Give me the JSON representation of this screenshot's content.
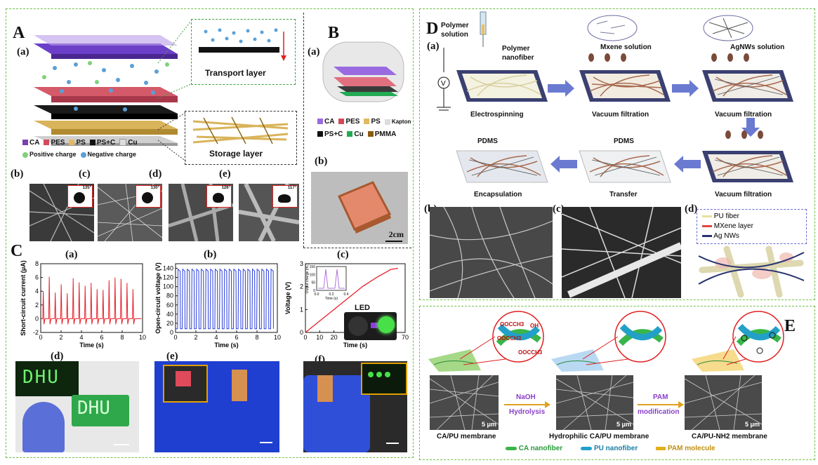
{
  "panelA": {
    "letter": "A",
    "sub_a": "(a)",
    "transport_layer": "Transport layer",
    "storage_layer": "Storage layer",
    "legend": [
      "CA",
      "PES",
      "PS",
      "PS+C",
      "Cu"
    ],
    "legend_colors": [
      "#7b3fb5",
      "#d44a5a",
      "#e2b860",
      "#111111",
      "#dddddd"
    ],
    "positive_charge": "Positive charge",
    "negative_charge": "Negative charge",
    "sem_labels": [
      "(b)",
      "(c)",
      "(d)",
      "(e)"
    ],
    "contact_angles": [
      "135°",
      "130°",
      "126°",
      "117°"
    ]
  },
  "panelB": {
    "letter": "B",
    "sub_a": "(a)",
    "sub_b": "(b)",
    "legend": [
      "CA",
      "PES",
      "PS",
      "Kapton",
      "PS+C",
      "Cu",
      "PMMA"
    ],
    "legend_colors": [
      "#9a6be0",
      "#d44a5a",
      "#e2b860",
      "#dddddd",
      "#111111",
      "#22aa55",
      "#8a5a10"
    ],
    "scale": "2cm"
  },
  "panelC": {
    "letter": "C",
    "sub_a": "(a)",
    "sub_b": "(b)",
    "sub_c": "(c)",
    "sub_d": "(d)",
    "sub_e": "(e)",
    "sub_f": "(f)",
    "led": "LED",
    "dhu": "DHU"
  },
  "chart_data": [
    {
      "type": "line",
      "title": "",
      "xlabel": "Time (s)",
      "ylabel": "Short-circuit current (μA)",
      "xlim": [
        0,
        10
      ],
      "ylim": [
        -2,
        8
      ],
      "xticks": [
        0,
        2,
        4,
        6,
        8,
        10
      ],
      "yticks": [
        -2,
        0,
        2,
        4,
        6,
        8
      ],
      "color": "#e8202a",
      "series": [
        {
          "peak_count": 16,
          "peak_values": [
            4.0,
            6.1,
            3.8,
            5.0,
            3.7,
            5.9,
            5.3,
            4.8,
            5.2,
            4.3,
            4.2,
            5.6,
            6.0,
            5.8,
            5.2,
            4.3
          ],
          "baseline": 0
        }
      ]
    },
    {
      "type": "line",
      "title": "",
      "xlabel": "Time (s)",
      "ylabel": "Open-circuit voltage (V)",
      "xlim": [
        0,
        10
      ],
      "ylim": [
        0,
        150
      ],
      "xticks": [
        0,
        2,
        4,
        6,
        8,
        10
      ],
      "yticks": [
        0,
        20,
        40,
        60,
        80,
        100,
        120,
        140
      ],
      "color": "#2b3fd8",
      "series": [
        {
          "peak_count": 21,
          "peak_value": 138,
          "baseline": 8
        }
      ]
    },
    {
      "type": "line",
      "title": "",
      "xlabel": "Time (s)",
      "ylabel": "Voltage (V)",
      "xlim": [
        0,
        70
      ],
      "ylim": [
        0,
        3
      ],
      "xticks": [
        0,
        10,
        20,
        30,
        40,
        50,
        60,
        70
      ],
      "yticks": [
        0,
        1,
        2,
        3
      ],
      "color": "#e8202a",
      "series": [
        {
          "x": [
            0,
            10,
            20,
            30,
            40,
            50,
            60,
            65
          ],
          "y": [
            0,
            0.5,
            1.0,
            1.5,
            2.0,
            2.4,
            2.75,
            2.8
          ]
        }
      ],
      "inset": {
        "xlabel": "Time (s)",
        "ylabel": "Output charge (nC)",
        "xticks": [
          0.0,
          0.2,
          0.4
        ],
        "yticks": [
          0,
          50,
          100,
          150
        ]
      }
    }
  ],
  "panelD": {
    "letter": "D",
    "sub_a": "(a)",
    "sub_b": "(b)",
    "sub_c": "(c)",
    "sub_d": "(d)",
    "polymer_solution": "Polymer solution",
    "polymer_nanofiber": "Polymer nanofiber",
    "mxene_solution": "Mxene solution",
    "agnws_solution": "AgNWs solution",
    "electrospinning": "Electrospinning",
    "vacuum_filtration": "Vacuum filtration",
    "encapsulation": "Encapsulation",
    "transfer": "Transfer",
    "pdms": "PDMS",
    "legend": [
      "PU fiber",
      "MXene layer",
      "Ag NWs"
    ],
    "legend_colors": [
      "#e9e0a0",
      "#e0463f",
      "#2a3570"
    ]
  },
  "panelE": {
    "letter": "E",
    "groups": [
      "OOCCH3",
      "OH",
      "OOCCH3",
      "OOCCH3"
    ],
    "membranes": [
      "CA/PU membrane",
      "Hydrophilic CA/PU membrane",
      "CA/PU-NH2 membrane"
    ],
    "step1": [
      "NaOH",
      "Hydrolysis"
    ],
    "step2": [
      "PAM",
      "modification"
    ],
    "scale": "5 μm",
    "legend": [
      "CA nanofiber",
      "PU nanofiber",
      "PAM molecule"
    ],
    "legend_colors": [
      "#39b54a",
      "#22a0c8",
      "#e0b020"
    ]
  }
}
